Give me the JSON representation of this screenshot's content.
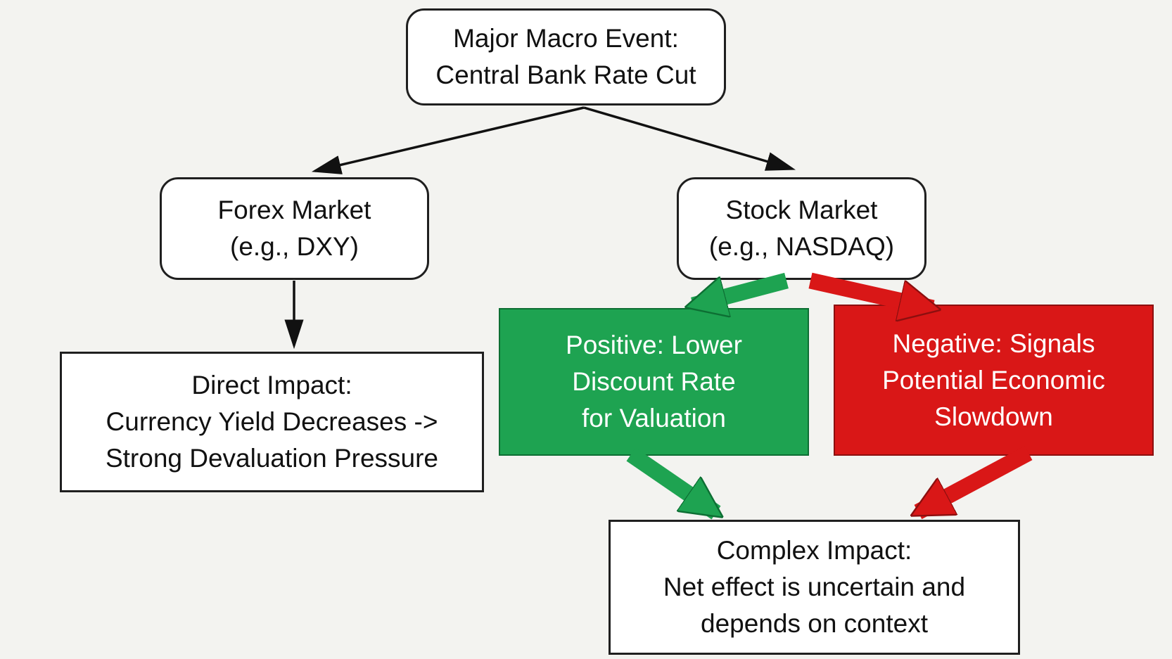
{
  "diagram": {
    "colors": {
      "green": "#1ea351",
      "green-dark": "#0d6e33",
      "red": "#d91717",
      "red-dark": "#8c0f0f",
      "ink": "#111111",
      "bg": "#f3f3f0",
      "box-bg": "#ffffff",
      "border": "#1f1f1f"
    },
    "nodes": {
      "event": {
        "line1": "Major Macro Event:",
        "line2": "Central Bank Rate Cut"
      },
      "forex": {
        "line1": "Forex Market",
        "line2": "(e.g., DXY)"
      },
      "stock": {
        "line1": "Stock Market",
        "line2": "(e.g., NASDAQ)"
      },
      "direct": {
        "line1": "Direct Impact:",
        "line2": "Currency Yield Decreases ->",
        "line3": "Strong Devaluation Pressure"
      },
      "positive": {
        "line1": "Positive: Lower",
        "line2": "Discount Rate",
        "line3": "for Valuation"
      },
      "negative": {
        "line1": "Negative: Signals",
        "line2": "Potential Economic",
        "line3": "Slowdown"
      },
      "complex": {
        "line1": "Complex Impact:",
        "line2": "Net effect is uncertain and",
        "line3": "depends on context"
      }
    },
    "edges": [
      {
        "from": "event",
        "to": "forex",
        "style": "thin-black-arrow"
      },
      {
        "from": "event",
        "to": "stock",
        "style": "thin-black-arrow"
      },
      {
        "from": "forex",
        "to": "direct",
        "style": "thin-black-arrow"
      },
      {
        "from": "stock",
        "to": "positive",
        "style": "thick-green-arrow"
      },
      {
        "from": "stock",
        "to": "negative",
        "style": "thick-red-arrow"
      },
      {
        "from": "positive",
        "to": "complex",
        "style": "thick-green-arrow"
      },
      {
        "from": "negative",
        "to": "complex",
        "style": "thick-red-arrow"
      }
    ]
  }
}
